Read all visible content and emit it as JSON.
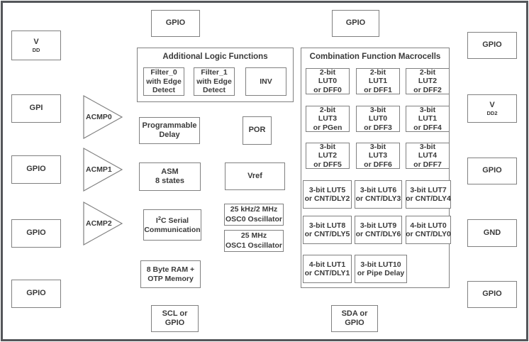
{
  "diagram": {
    "pins": {
      "top": [
        "GPIO",
        "GPIO"
      ],
      "left": [
        "V~DD~",
        "GPI",
        "GPIO",
        "GPIO",
        "GPIO"
      ],
      "right": [
        "GPIO",
        "V~DD2~",
        "GPIO",
        "GND",
        "GPIO"
      ],
      "bottom": [
        "SCL or GPIO",
        "SDA or GPIO"
      ]
    },
    "comparators": [
      "ACMP0",
      "ACMP1",
      "ACMP2"
    ],
    "additional_logic": {
      "title": "Additional Logic Functions",
      "blocks": [
        [
          "Filter_0",
          "with Edge",
          "Detect"
        ],
        [
          "Filter_1",
          "with Edge",
          "Detect"
        ],
        [
          "INV"
        ]
      ]
    },
    "blocks": {
      "programmable_delay": [
        "Programmable",
        "Delay"
      ],
      "por": [
        "POR"
      ],
      "asm": [
        "ASM",
        "8 states"
      ],
      "vref": [
        "Vref"
      ],
      "i2c": [
        "I^2^C Serial",
        "Communication"
      ],
      "osc0": [
        "25 kHz/2 MHz",
        "OSC0 Oscillator"
      ],
      "osc1": [
        "25 MHz",
        "OSC1 Oscillator"
      ],
      "ram": [
        "8 Byte RAM +",
        "OTP Memory"
      ]
    },
    "macrocells": {
      "title": "Combination Function Macrocells",
      "rows": [
        [
          [
            "2-bit",
            "LUT0",
            "or DFF0"
          ],
          [
            "2-bit",
            "LUT1",
            "or DFF1"
          ],
          [
            "2-bit",
            "LUT2",
            "or DFF2"
          ]
        ],
        [
          [
            "2-bit",
            "LUT3",
            "or PGen"
          ],
          [
            "3-bit",
            "LUT0",
            "or DFF3"
          ],
          [
            "3-bit",
            "LUT1",
            "or DFF4"
          ]
        ],
        [
          [
            "3-bit",
            "LUT2",
            "or DFF5"
          ],
          [
            "3-bit",
            "LUT3",
            "or DFF6"
          ],
          [
            "3-bit",
            "LUT4",
            "or DFF7"
          ]
        ],
        [
          [
            "3-bit LUT5",
            "or CNT/DLY2"
          ],
          [
            "3-bit LUT6",
            "or CNT/DLY3"
          ],
          [
            "3-bit LUT7",
            "or CNT/DLY4"
          ]
        ],
        [
          [
            "3-bit LUT8",
            "or CNT/DLY5"
          ],
          [
            "3-bit LUT9",
            "or CNT/DLY6"
          ],
          [
            "4-bit LUT0",
            "or CNT/DLY0"
          ]
        ],
        [
          [
            "4-bit LUT1",
            "or CNT/DLY1"
          ],
          [
            "3-bit LUT10",
            "or Pipe Delay"
          ]
        ]
      ]
    },
    "colors": {
      "frame": "#54565a",
      "box_border": "#808080",
      "text": "#3a3a3a",
      "background": "#ffffff"
    }
  }
}
